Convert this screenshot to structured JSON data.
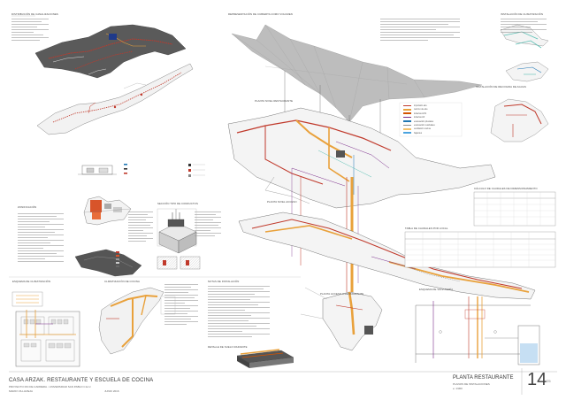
{
  "title": {
    "main": "CASA ARZAK. RESTAURANTE Y ESCUELA DE COCINA",
    "subtitle": "PROYECTO FIN DE CARRERA - UNIVERSIDAD SAN PABLO C.E.U.",
    "author": "MARIO VILLAVIEJA",
    "date": "JUNIO 2016"
  },
  "sheet": {
    "title": "PLANTA RESTAURANTE",
    "subtitle": "PLANOS DE INSTALACIONES",
    "scale": "e: 1/300",
    "number": "14",
    "total": "/25"
  },
  "headers": {
    "top_left": "DISTRIBUCIÓN DE CANALIZACIONES",
    "cover": "REPRESENTACIÓN DE CUBIERTA COMO VOLUMEN",
    "plan_level": "PLANTA NIVEL RESTAURANTE",
    "ground": "PLANTA NIVEL ACCESO",
    "lower": "PLANTA ACCESO A RESTAURANTE",
    "right_top": "INSTALACIÓN DE CLIMATIZACIÓN",
    "right_mid": "INSTALACIÓN DE RECOGIDA DE AGUAS",
    "table_small": "CÁLCULO DE CAUDALES DE DIMENSIONAMIENTO",
    "table_big": "TABLA DE CAUDALES POR LOCAL",
    "kitchen": "ESQUEMA DE CLIMATIZACIÓN",
    "kitchen2": "CLIMATIZACIÓN DE COCINA",
    "notes": "NOTAS DE INSTALACIÓN",
    "schema": "ESQUEMA DE VALVULERÍA",
    "bottom_mid": "DETALLE DE SUELO RADIANTE",
    "section": "SECCIÓN TIPO DE CONDUCTOS",
    "zones": "ZONIFICACIÓN"
  },
  "legend": [
    {
      "label": "impulsión aire",
      "color": "#c0392b"
    },
    {
      "label": "retorno de aire",
      "color": "#e9a13b"
    },
    {
      "label": "tuberías ACS",
      "color": "#d35400"
    },
    {
      "label": "tuberías AF",
      "color": "#7b2d8b"
    },
    {
      "label": "evacuación pluviales",
      "color": "#1f77b4"
    },
    {
      "label": "evacuación residuales",
      "color": "#8e8e8e"
    },
    {
      "label": "ventilación cocina",
      "color": "#f3c26b"
    },
    {
      "label": "bajantes",
      "color": "#4aa3df"
    }
  ],
  "legend_small": [
    {
      "label": "zona climatizada",
      "color": "#c0392b"
    },
    {
      "label": "zona ventilada",
      "color": "#777777"
    },
    {
      "label": "instalaciones",
      "color": "#d0d0d0"
    }
  ],
  "colors": {
    "duct_red": "#c0392b",
    "duct_orange": "#e9a13b",
    "line_purple": "#7b2d8b",
    "line_blue": "#1f77b4",
    "roof_gray": "#b8b8b8",
    "dark_gray": "#555555",
    "teal": "#5bc0b5"
  }
}
